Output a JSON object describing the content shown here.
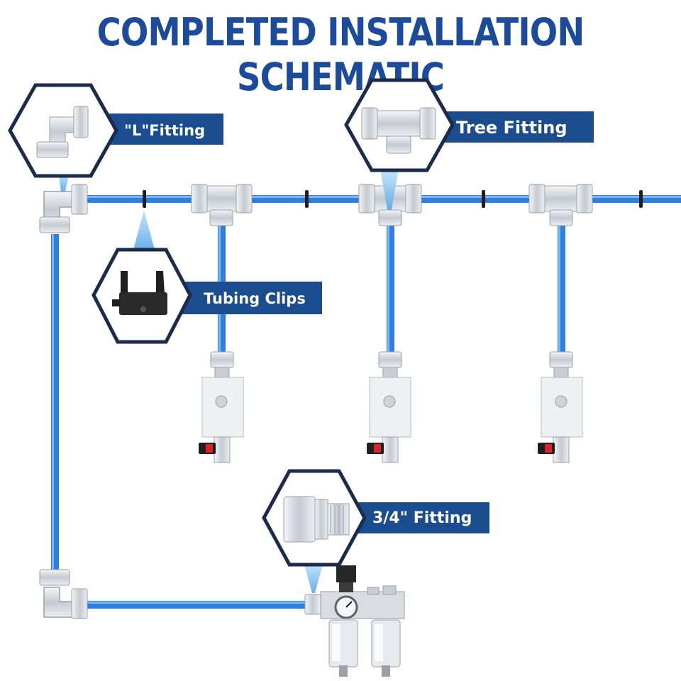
{
  "title": "COMPLETED INSTALLATION SCHEMATIC",
  "colors": {
    "title": "#1c4b9c",
    "label_bg": "#1b4d8e",
    "tube": "#2f7fe0",
    "tube_highlight": "#7db7ff",
    "hexagon_stroke": "#1b2c4a",
    "hexagon_fill": "#ffffff",
    "pointer": "#8cc7f2",
    "metal": "#d9dde2",
    "metal_dark": "#9aa1a9",
    "clip": "#1f1f1f",
    "valve_body": "#eef0f2"
  },
  "callouts": [
    {
      "id": "l-fitting",
      "label": "\"L\"Fitting",
      "icon": "elbow-fitting-icon"
    },
    {
      "id": "tree-fitting",
      "label": "Tree Fitting",
      "icon": "tee-fitting-icon"
    },
    {
      "id": "tubing-clips",
      "label": "Tubing Clips",
      "icon": "tubing-clip-icon"
    },
    {
      "id": "three-quarter-fitting",
      "label": "3/4\" Fitting",
      "icon": "threaded-adapter-icon"
    }
  ],
  "components": {
    "drop_outlets": 3,
    "filter_regulator": "filter-regulator-lubricator-unit"
  }
}
